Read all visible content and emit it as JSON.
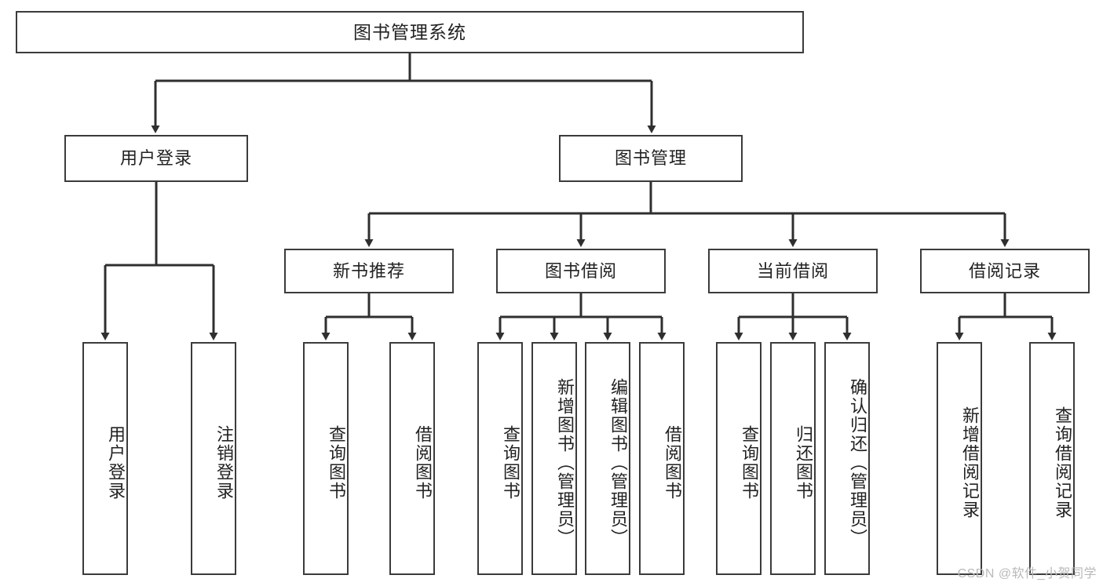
{
  "diagram": {
    "title": "图书管理系统",
    "type": "功能结构图",
    "colors": {
      "box_border": "#3b3b3b",
      "box_fill": "#ffffff",
      "connector": "#2f2f2f",
      "text": "#222222",
      "watermark": "#b9b9b9",
      "background": "#ffffff"
    },
    "watermark": "CSDN @软件_小贺同学",
    "levels": {
      "root": {
        "label": "图书管理系统"
      },
      "level2": [
        {
          "id": "user-login",
          "label": "用户登录"
        },
        {
          "id": "book-manage",
          "label": "图书管理"
        }
      ],
      "level3": [
        {
          "id": "new-book-rec",
          "label": "新书推荐"
        },
        {
          "id": "book-borrow",
          "label": "图书借阅"
        },
        {
          "id": "current-borrow",
          "label": "当前借阅"
        },
        {
          "id": "borrow-record",
          "label": "借阅记录"
        }
      ],
      "leaves": {
        "user-login": [
          {
            "id": "leaf-user-login",
            "label": "用户登录"
          },
          {
            "id": "leaf-user-logout",
            "label": "注销登录"
          }
        ],
        "new-book-rec": [
          {
            "id": "leaf-query-book-1",
            "label": "查询图书"
          },
          {
            "id": "leaf-borrow-book-1",
            "label": "借阅图书"
          }
        ],
        "book-borrow": [
          {
            "id": "leaf-query-book-2",
            "label": "查询图书"
          },
          {
            "id": "leaf-add-book",
            "label": "新增图书（管理员）"
          },
          {
            "id": "leaf-edit-book",
            "label": "编辑图书（管理员）"
          },
          {
            "id": "leaf-borrow-book-2",
            "label": "借阅图书"
          }
        ],
        "current-borrow": [
          {
            "id": "leaf-query-book-3",
            "label": "查询图书"
          },
          {
            "id": "leaf-return-book",
            "label": "归还图书"
          },
          {
            "id": "leaf-confirm-return",
            "label": "确认归还（管理员）"
          }
        ],
        "borrow-record": [
          {
            "id": "leaf-add-record",
            "label": "新增借阅记录"
          },
          {
            "id": "leaf-query-record",
            "label": "查询借阅记录"
          }
        ]
      }
    }
  },
  "chart_data": {
    "type": "tree",
    "title": "图书管理系统",
    "orientation": "top-down",
    "nodes": [
      {
        "id": "root",
        "label": "图书管理系统",
        "level": 0,
        "parent": null
      },
      {
        "id": "user-login",
        "label": "用户登录",
        "level": 1,
        "parent": "root"
      },
      {
        "id": "book-manage",
        "label": "图书管理",
        "level": 1,
        "parent": "root"
      },
      {
        "id": "leaf-user-login",
        "label": "用户登录",
        "level": 2,
        "parent": "user-login"
      },
      {
        "id": "leaf-user-logout",
        "label": "注销登录",
        "level": 2,
        "parent": "user-login"
      },
      {
        "id": "new-book-rec",
        "label": "新书推荐",
        "level": 2,
        "parent": "book-manage"
      },
      {
        "id": "book-borrow",
        "label": "图书借阅",
        "level": 2,
        "parent": "book-manage"
      },
      {
        "id": "current-borrow",
        "label": "当前借阅",
        "level": 2,
        "parent": "book-manage"
      },
      {
        "id": "borrow-record",
        "label": "借阅记录",
        "level": 2,
        "parent": "book-manage"
      },
      {
        "id": "leaf-query-book-1",
        "label": "查询图书",
        "level": 3,
        "parent": "new-book-rec"
      },
      {
        "id": "leaf-borrow-book-1",
        "label": "借阅图书",
        "level": 3,
        "parent": "new-book-rec"
      },
      {
        "id": "leaf-query-book-2",
        "label": "查询图书",
        "level": 3,
        "parent": "book-borrow"
      },
      {
        "id": "leaf-add-book",
        "label": "新增图书（管理员）",
        "level": 3,
        "parent": "book-borrow"
      },
      {
        "id": "leaf-edit-book",
        "label": "编辑图书（管理员）",
        "level": 3,
        "parent": "book-borrow"
      },
      {
        "id": "leaf-borrow-book-2",
        "label": "借阅图书",
        "level": 3,
        "parent": "book-borrow"
      },
      {
        "id": "leaf-query-book-3",
        "label": "查询图书",
        "level": 3,
        "parent": "current-borrow"
      },
      {
        "id": "leaf-return-book",
        "label": "归还图书",
        "level": 3,
        "parent": "current-borrow"
      },
      {
        "id": "leaf-confirm-return",
        "label": "确认归还（管理员）",
        "level": 3,
        "parent": "current-borrow"
      },
      {
        "id": "leaf-add-record",
        "label": "新增借阅记录",
        "level": 3,
        "parent": "borrow-record"
      },
      {
        "id": "leaf-query-record",
        "label": "查询借阅记录",
        "level": 3,
        "parent": "borrow-record"
      }
    ]
  }
}
